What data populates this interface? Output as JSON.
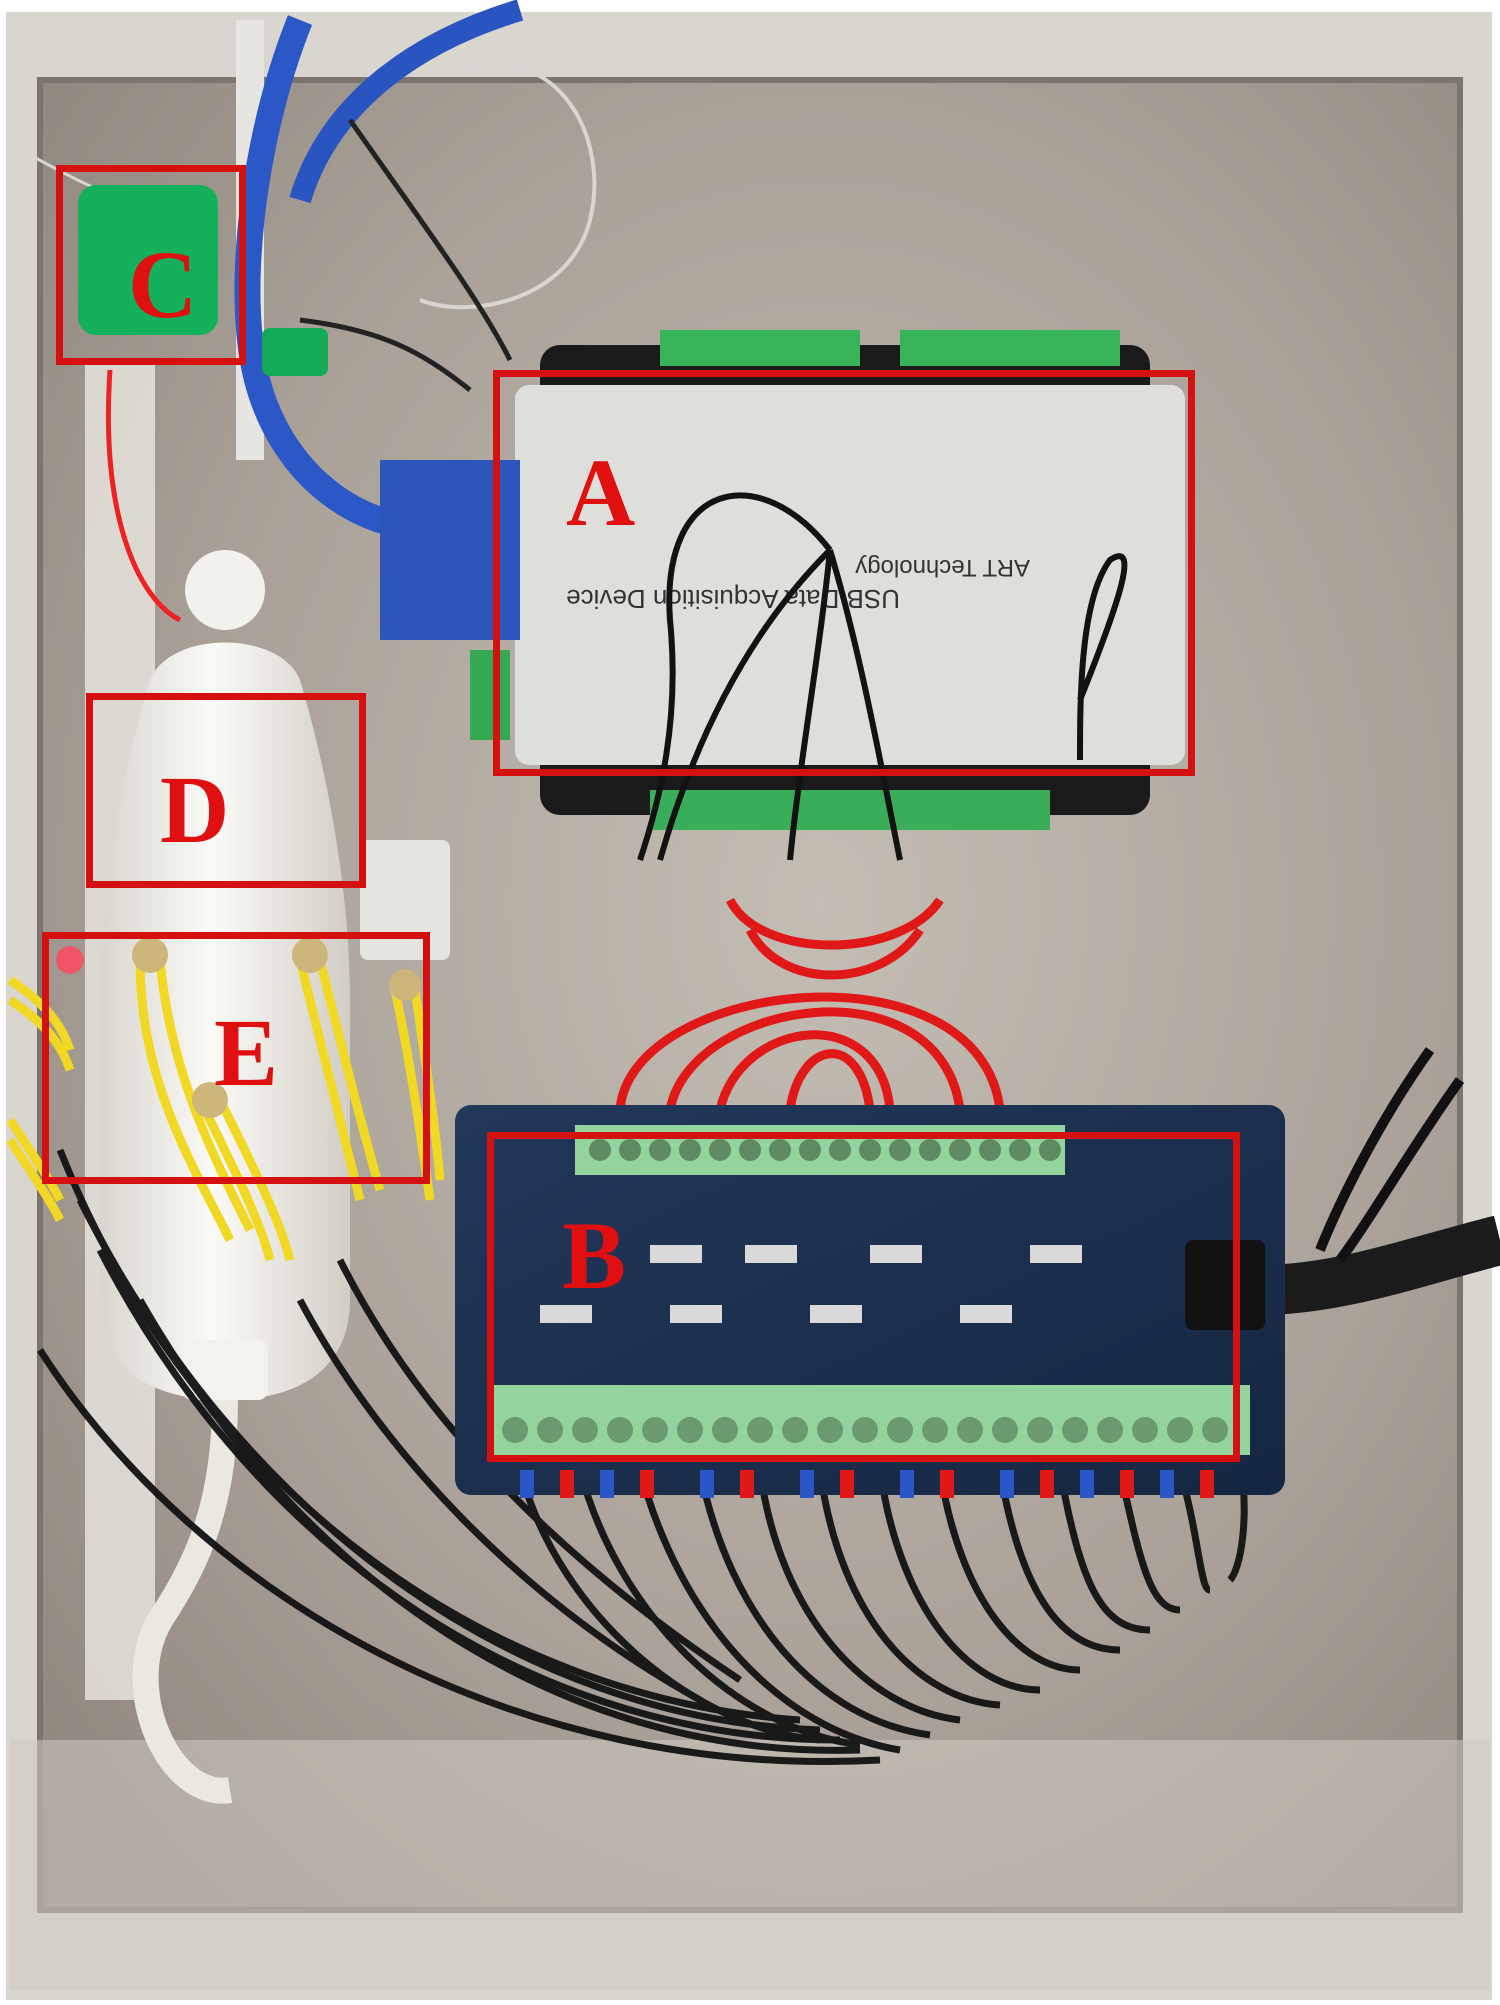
{
  "image": {
    "description_colors": {
      "enclosure": "#a9a29a",
      "frame": "#d8d4cf",
      "daq_module": "#dedfdb",
      "terminal_board": "#1e3150",
      "terminal_block": "#8ed39a",
      "sensor_green": "#13b05a",
      "annotation_red": "#d41010",
      "bulb_white": "#f2f0ea",
      "wire_yellow": "#f0d824",
      "wire_black": "#111111",
      "wire_red": "#e01818",
      "wire_blue": "#2a56c8"
    }
  },
  "annotations": {
    "A": "A",
    "B": "B",
    "C": "C",
    "D": "D",
    "E": "E"
  },
  "module_text": {
    "brand": "ART Technology",
    "title": "USB Data Acquisition Device"
  }
}
